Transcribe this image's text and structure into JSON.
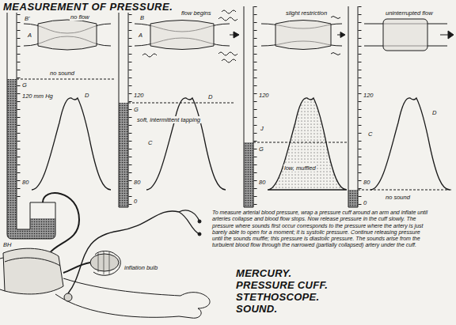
{
  "diagram": {
    "title": "MEASUREMENT OF PRESSURE.",
    "labels": [
      "no flow",
      "B'",
      "A",
      "no sound",
      "G",
      "120 mm Hg",
      "D",
      "80",
      "flow begins",
      "B",
      "A",
      "120",
      "G",
      "soft, intermittent tapping",
      "D",
      "C",
      "80",
      "0",
      "slight restriction",
      "120",
      "J",
      "G",
      "low, muffled",
      "80",
      "uninterrupted flow",
      "120",
      "C",
      "D",
      "80",
      "no sound",
      "0",
      "BH",
      "inflation bulb",
      "To measure arterial blood pressure, wrap a pressure cuff around an arm and inflate until arteries collapse and blood flow stops. Now release pressure in the cuff slowly. The pressure where sounds first occur corresponds to the pressure where the artery is just barely able to open for a moment; it is systolic pressure. Continue releasing pressure until the sounds muffle; this pressure is diastolic pressure. The sounds arise from the turbulent blood flow through the narrowed (partially collapsed) artery under the cuff.",
      "MERCURY. PRESSURE CUFF. STETHOSCOPE. SOUND."
    ]
  }
}
